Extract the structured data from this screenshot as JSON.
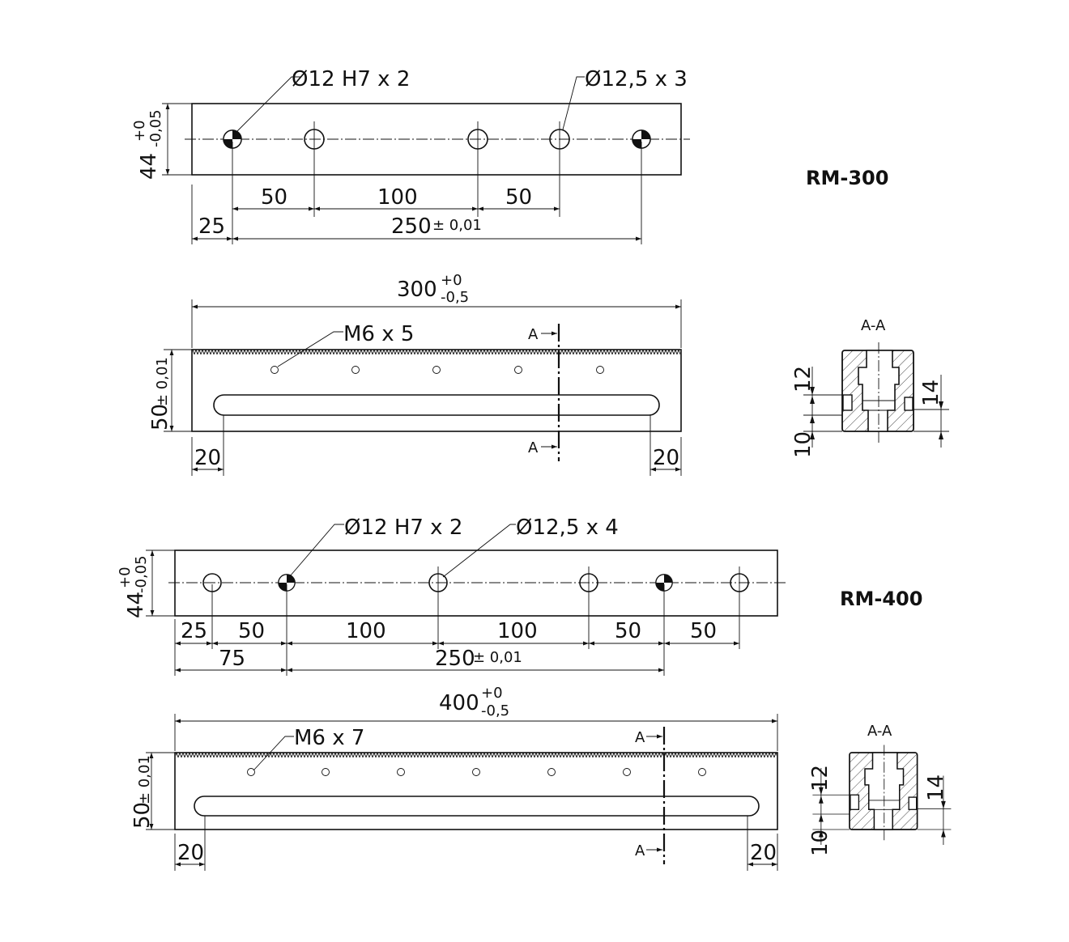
{
  "rm300": {
    "label": "RM-300",
    "hole_fit": "Ø12 H7 x 2",
    "hole_clear": "Ø12,5 x 3",
    "height": "44",
    "tol_plus": "+0",
    "tol_minus": "-0,05",
    "dims_row1": [
      "50",
      "100",
      "50"
    ],
    "dim_25": "25",
    "dim_250": "250",
    "tol_250": "± 0,01",
    "length": "300",
    "len_plus": "+0",
    "len_minus": "-0,5",
    "side_height": "50",
    "side_tol": "± 0,01",
    "thread": "M6 x 5",
    "end_left": "20",
    "end_right": "20",
    "section_mark": "A"
  },
  "rm400": {
    "label": "RM-400",
    "hole_fit": "Ø12 H7 x 2",
    "hole_clear": "Ø12,5 x 4",
    "height": "44",
    "tol_plus": "+0",
    "tol_minus": "-0,05",
    "dims_row1": [
      "25",
      "50",
      "100",
      "100",
      "50",
      "50"
    ],
    "dim_75": "75",
    "dim_250": "250",
    "tol_250": "± 0,01",
    "length": "400",
    "len_plus": "+0",
    "len_minus": "-0,5",
    "side_height": "50",
    "side_tol": "± 0,01",
    "thread": "M6 x 7",
    "end_left": "20",
    "end_right": "20",
    "section_mark": "A"
  },
  "section": {
    "title": "A-A",
    "dim_12": "12",
    "dim_10": "10",
    "dim_14": "14"
  }
}
